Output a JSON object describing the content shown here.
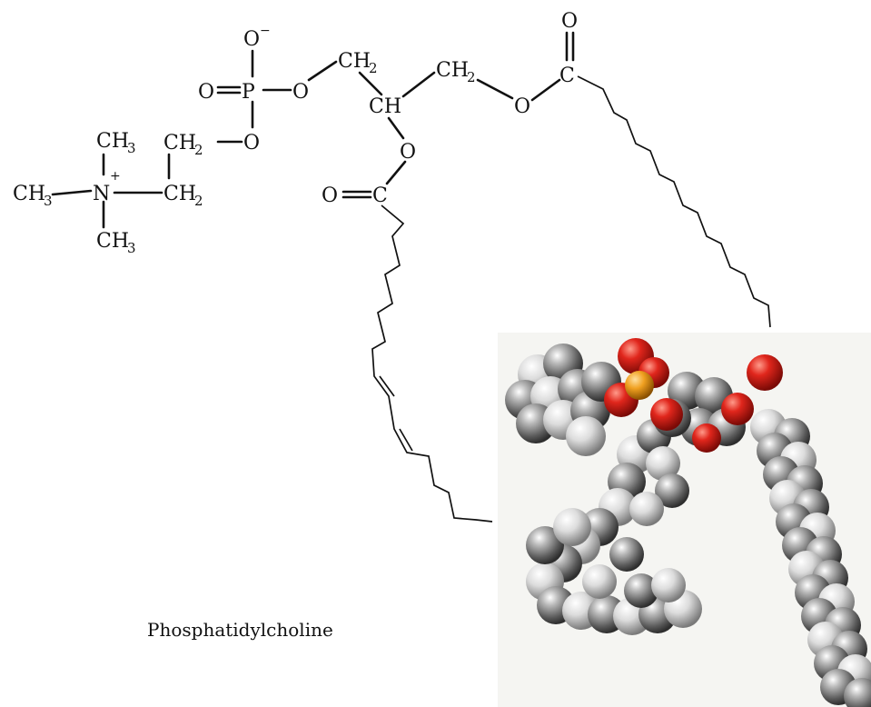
{
  "caption": "Phosphatidylcholine",
  "atoms": {
    "o_minus": "O",
    "minus_sign": "−",
    "o_double_p": "O",
    "p": "P",
    "o_p_glycerol": "O",
    "o_p_choline": "O",
    "ch2_glycerol_1": "CH",
    "ch2_glycerol_1_sub": "2",
    "ch_glycerol": "CH",
    "ch2_glycerol_3": "CH",
    "ch2_glycerol_3_sub": "2",
    "o_ester_1": "O",
    "c_ester_1": "C",
    "o_carbonyl_1": "O",
    "o_ester_2": "O",
    "c_ester_2": "C",
    "o_carbonyl_2": "O",
    "ch2_choline_a": "CH",
    "ch2_choline_a_sub": "2",
    "ch2_choline_b": "CH",
    "ch2_choline_b_sub": "2",
    "n": "N",
    "n_charge": "+",
    "ch3_top": "CH",
    "ch3_top_sub": "3",
    "ch3_left": "CH",
    "ch3_left_sub": "3",
    "ch3_bottom": "CH",
    "ch3_bottom_sub": "3"
  },
  "model_colors": {
    "carbon": "#8c8c8c",
    "oxygen": "#e0261c",
    "phosphorus": "#f0a020",
    "hydrogen": "#d8d8d8"
  }
}
